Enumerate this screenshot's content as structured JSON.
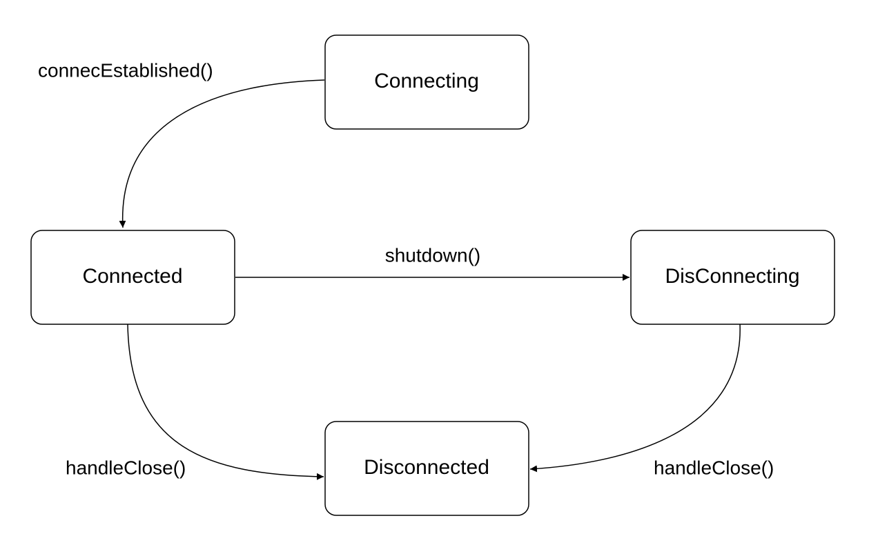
{
  "states": {
    "connecting": "Connecting",
    "connected": "Connected",
    "disconnecting": "DisConnecting",
    "disconnected": "Disconnected"
  },
  "transitions": {
    "connecting_to_connected": "connecEstablished()",
    "connected_to_disconnecting": "shutdown()",
    "connected_to_disconnected": "handleClose()",
    "disconnecting_to_disconnected": "handleClose()"
  },
  "colors": {
    "stroke": "#000000",
    "fill": "#ffffff",
    "background": "#ffffff"
  }
}
